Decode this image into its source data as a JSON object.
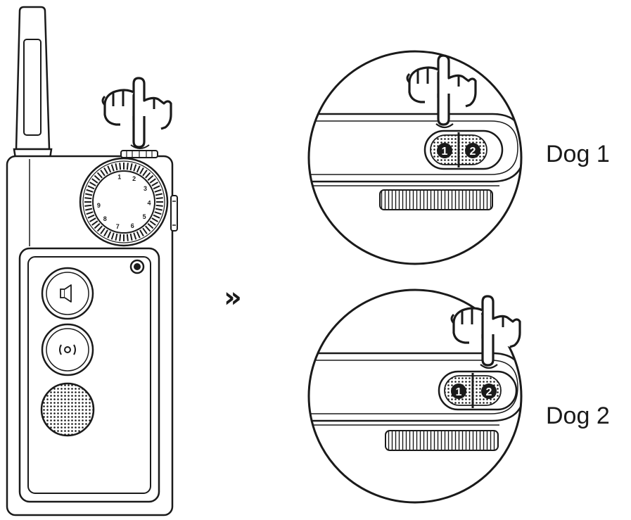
{
  "labels": {
    "dog1": "Dog 1",
    "dog2": "Dog 2",
    "arrow": "»"
  },
  "channel_button": {
    "left_number": "1",
    "right_number": "2"
  },
  "dial_numbers": [
    "1",
    "2",
    "3",
    "4",
    "5",
    "6",
    "7",
    "8",
    "9"
  ],
  "icons": {
    "sound_button": "speaker-icon",
    "vibrate_button": "vibration-icon",
    "shock_button": "textured-round-button",
    "pointer": "pointing-hand-icon",
    "antenna": "antenna"
  }
}
